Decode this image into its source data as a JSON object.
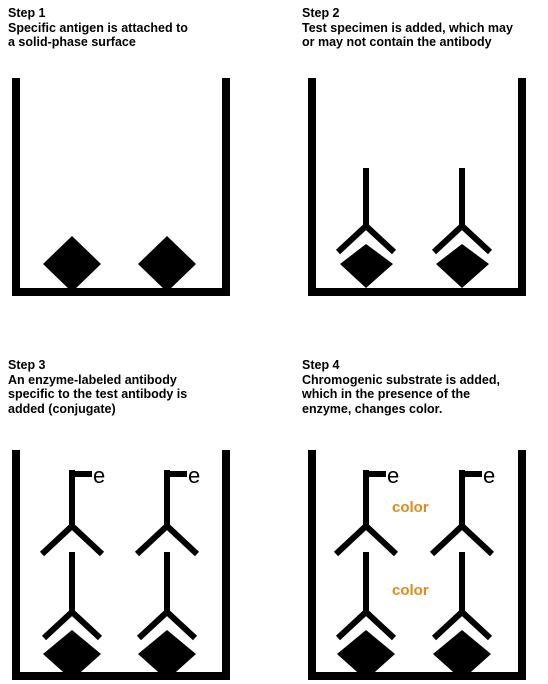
{
  "steps": [
    {
      "title": "Step 1",
      "lines": [
        "Specific antigen is attached to",
        "a solid-phase surface"
      ]
    },
    {
      "title": "Step 2",
      "lines": [
        "Test specimen is added, which may",
        "or may not contain the antibody"
      ]
    },
    {
      "title": "Step 3",
      "lines": [
        "An enzyme-labeled antibody",
        "specific to the test antibody is",
        "added (conjugate)"
      ]
    },
    {
      "title": "Step 4",
      "lines": [
        "Chromogenic substrate is added,",
        "which in the presence of the",
        "enzyme, changes color."
      ]
    }
  ],
  "enzyme_label": "e",
  "color_label": "color",
  "colors": {
    "ink": "#000000",
    "color_text": "#e08a1e"
  }
}
